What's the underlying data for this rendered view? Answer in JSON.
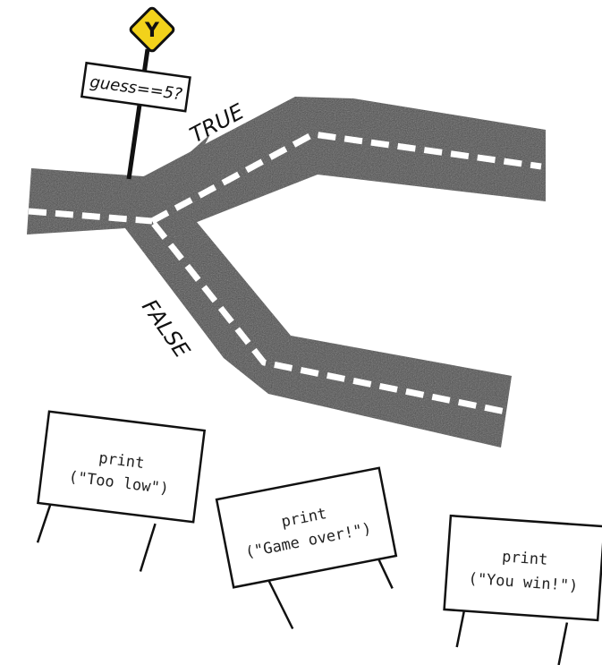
{
  "junction_sign": {
    "glyph": "Y",
    "color": "#f2d21b"
  },
  "condition_label": "guess==5?",
  "branches": {
    "true_label": "TRUE",
    "false_label": "FALSE"
  },
  "signs": [
    {
      "line1": "print",
      "line2": "(\"Too low\")"
    },
    {
      "line1": "print",
      "line2": "(\"Game over!\")"
    },
    {
      "line1": "print",
      "line2": "(\"You win!\")"
    }
  ],
  "colors": {
    "road": "#4a4a4a",
    "road_edge": "#3a3a3a",
    "marking": "#ffffff",
    "sign_border": "#111111"
  }
}
